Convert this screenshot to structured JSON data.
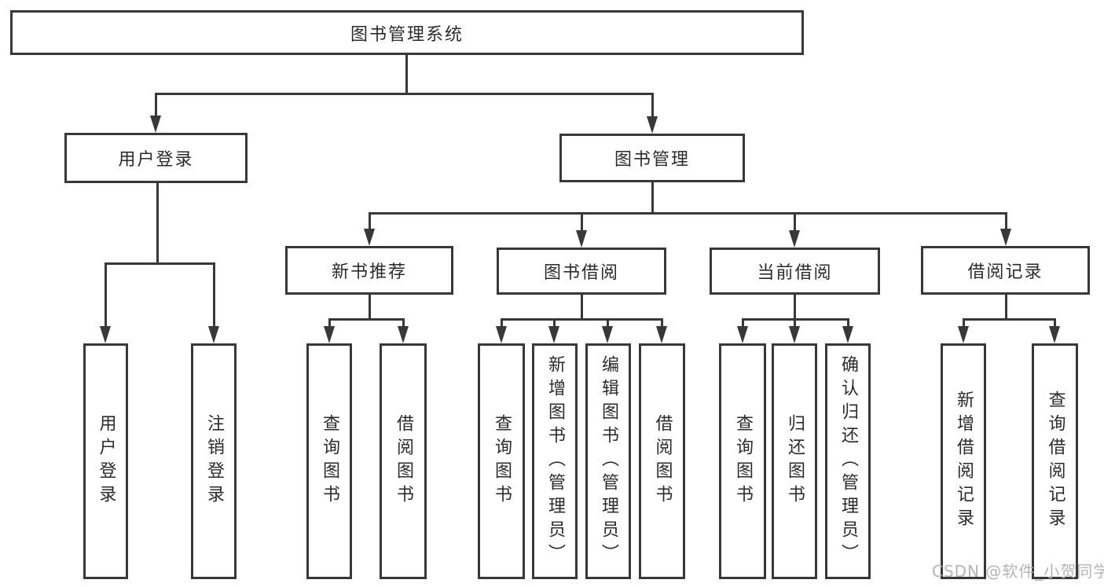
{
  "diagram": {
    "title_node": "图书管理系统",
    "level2": {
      "user_login": "用户登录",
      "book_mgmt": "图书管理"
    },
    "level3": {
      "new_book": "新书推荐",
      "borrow": "图书借阅",
      "current": "当前借阅",
      "records": "借阅记录"
    },
    "leaves": {
      "user_login_1": "用户登录",
      "user_login_2": "注销登录",
      "new_book_1": "查询图书",
      "new_book_2": "借阅图书",
      "borrow_1": "查询图书",
      "borrow_2": "新增图书（管理员）",
      "borrow_3": "编辑图书（管理员）",
      "borrow_4": "借阅图书",
      "current_1": "查询图书",
      "current_2": "归还图书",
      "current_3": "确认归还（管理员）",
      "records_1": "新增借阅记录",
      "records_2": "查询借阅记录"
    },
    "watermark": "CSDN @软件_小贺同学",
    "colors": {
      "line": "#383838",
      "text": "#2b2b2b",
      "watermark": "#b5b5b5",
      "background": "#ffffff"
    }
  }
}
